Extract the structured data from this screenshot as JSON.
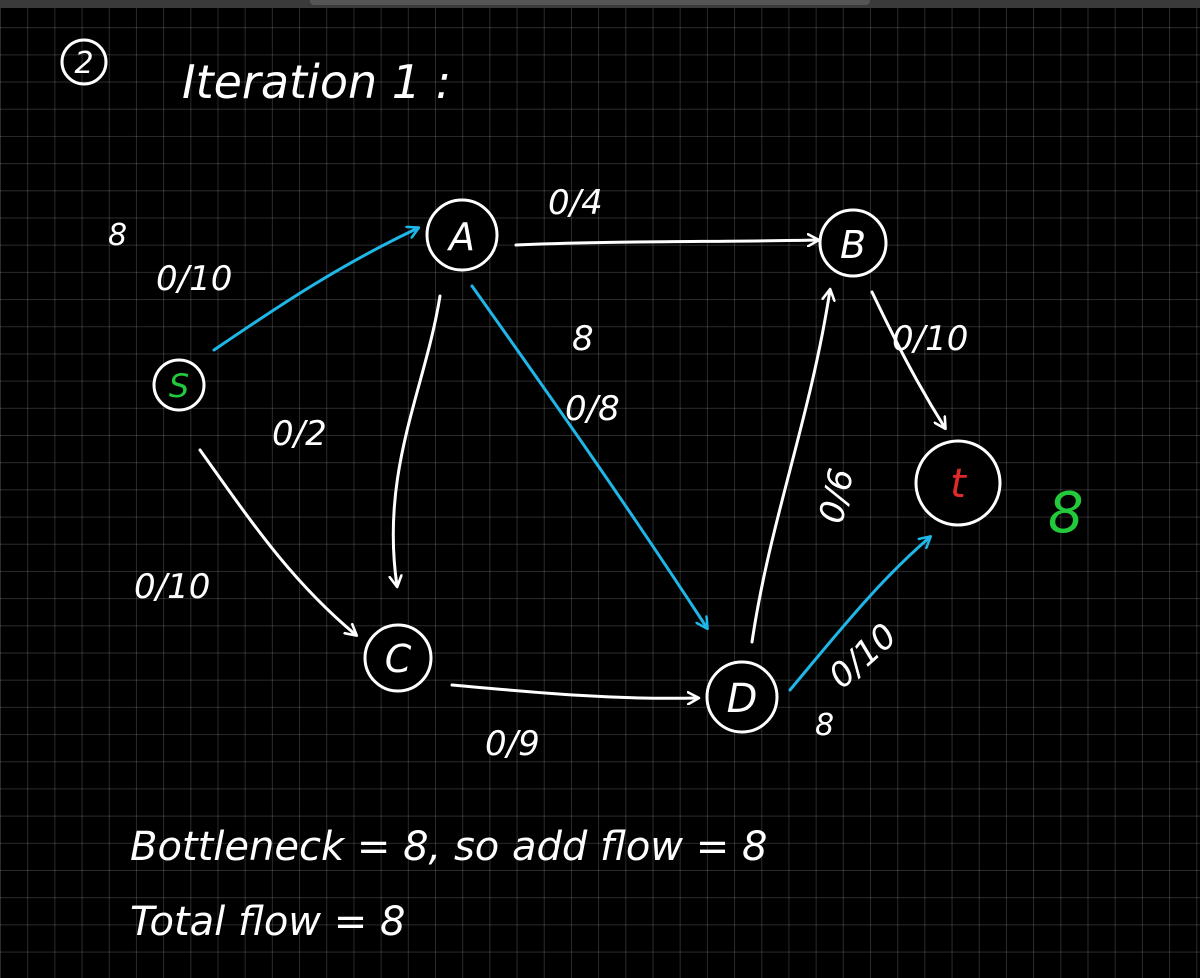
{
  "heading": {
    "step": "2",
    "title": "Iteration 1 :"
  },
  "colors": {
    "ink": "#ffffff",
    "path": "#1fb6e8",
    "source": "#22c93a",
    "sink": "#e02a2a",
    "canvas": "#000000"
  },
  "nodes": {
    "s": "S",
    "a": "A",
    "b": "B",
    "c": "C",
    "d": "D",
    "t": "t"
  },
  "edges": {
    "sa": {
      "label": "0/10",
      "update": "8"
    },
    "ab": {
      "label": "0/4"
    },
    "ac": {
      "label": "0/2"
    },
    "ad": {
      "label": "0/8",
      "update": "8"
    },
    "sc": {
      "label": "0/10"
    },
    "cd": {
      "label": "0/9"
    },
    "db": {
      "label": "0/6"
    },
    "bt": {
      "label": "0/10"
    },
    "dt": {
      "label": "0/10",
      "update": "8"
    }
  },
  "sink_flow": "8",
  "notes": {
    "line1": "Bottleneck = 8, so add flow = 8",
    "line2": "Total flow = 8"
  }
}
